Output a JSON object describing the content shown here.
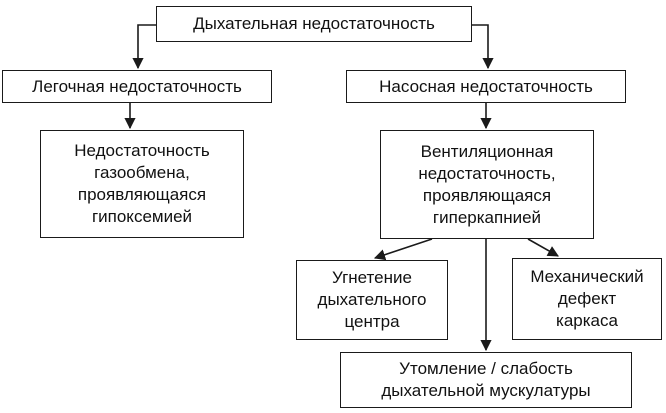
{
  "diagram": {
    "nodes": {
      "root": "Дыхательная недостаточность",
      "lung": "Легочная недостаточность",
      "pump": "Насосная недостаточность",
      "gas": "Недостаточность\nгазообмена,\nпроявляющаяся\nгипоксемией",
      "vent": "Вентиляционная\nнедостаточность,\nпроявляющаяся\nгиперкапнией",
      "resp_center": "Угнетение\nдыхательного\nцентра",
      "mech": "Механический\nдефект\nкаркаса",
      "fatigue": "Утомление / слабость\nдыхательной мускулатуры"
    },
    "edges": [
      {
        "from": "root",
        "to": "lung"
      },
      {
        "from": "root",
        "to": "pump"
      },
      {
        "from": "lung",
        "to": "gas"
      },
      {
        "from": "pump",
        "to": "vent"
      },
      {
        "from": "vent",
        "to": "resp_center"
      },
      {
        "from": "vent",
        "to": "fatigue"
      },
      {
        "from": "vent",
        "to": "mech"
      }
    ]
  }
}
